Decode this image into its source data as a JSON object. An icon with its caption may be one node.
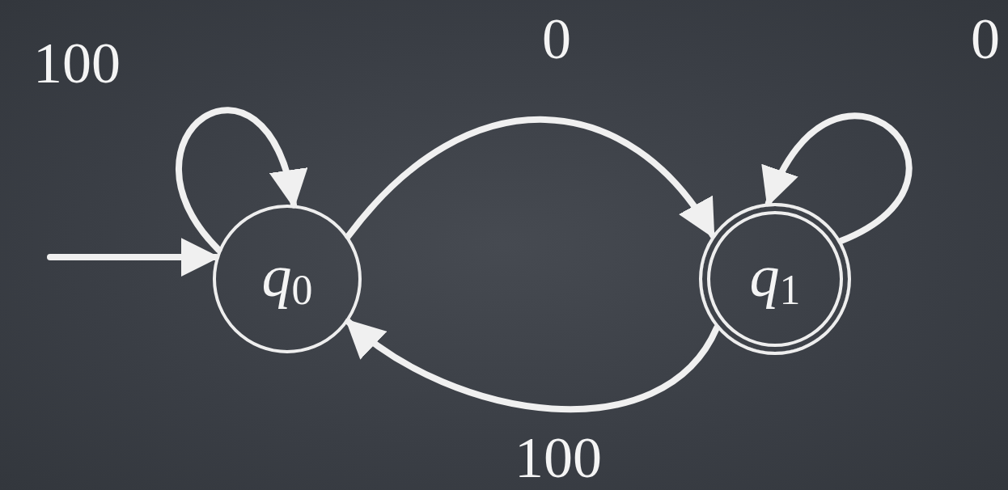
{
  "diagram": {
    "nodes": [
      {
        "text": [
          "*q*$_{0}$"
        ]
      },
      {
        "text": [
          "*q*$_{1}$"
        ]
      }
    ],
    "edges": [
      {
        "from": null,
        "to": 0,
        "arrow": "to"
      },
      {
        "from": 0,
        "to": 0,
        "arrow": "to",
        "label": "100"
      },
      {
        "from": 0,
        "to": 1,
        "arrow": "to",
        "label": "0"
      },
      {
        "from": 1,
        "to": 1,
        "arrow": "to",
        "label": "0"
      },
      {
        "from": 1,
        "to": 0,
        "arrow": "to",
        "label": "100"
      }
    ]
  }
}
